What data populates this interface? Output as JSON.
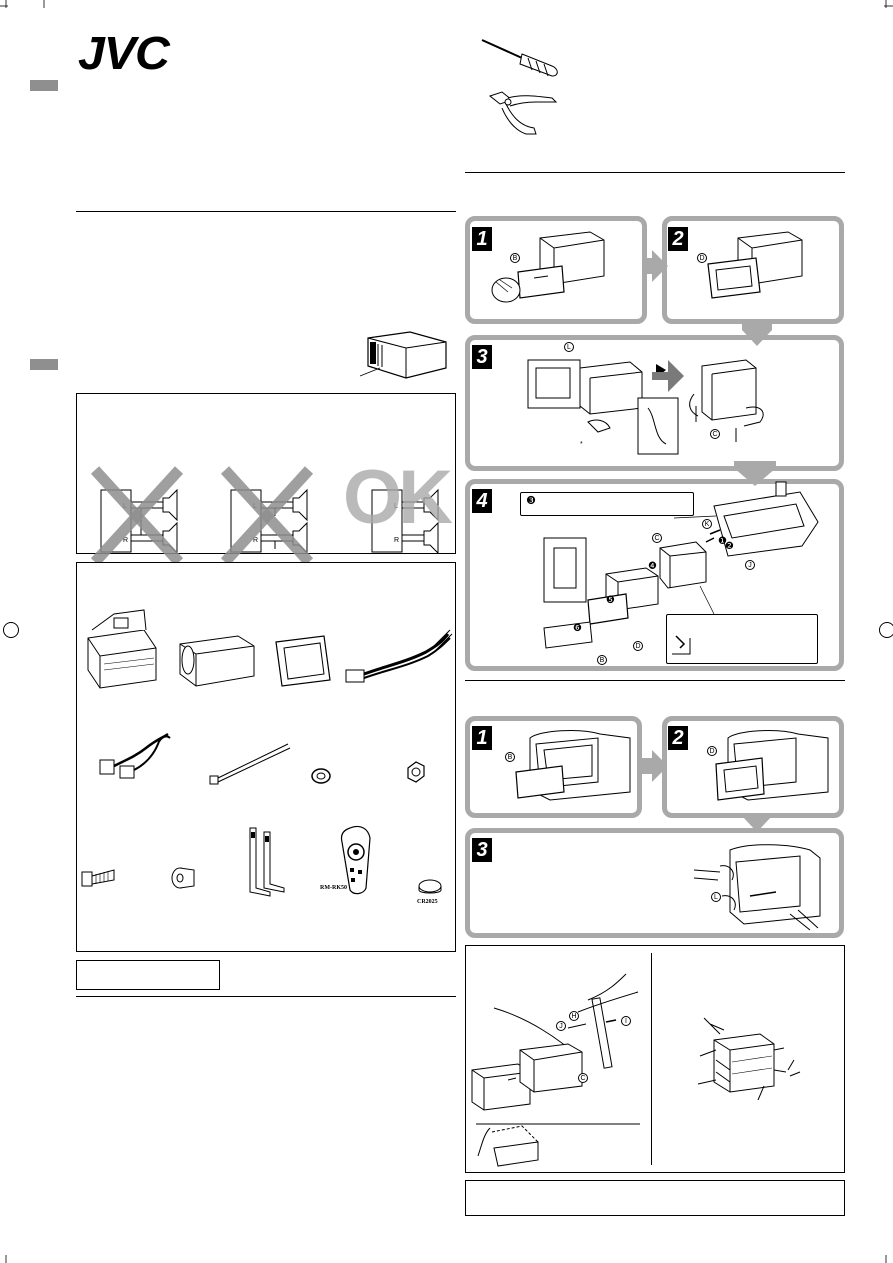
{
  "brand": {
    "logo_text": "JVC"
  },
  "accessories": {
    "remote_model": "RM-RK50",
    "battery_model": "CR2025"
  },
  "install": {
    "callout_step3_marker": "❸",
    "screw_markers": [
      "❶",
      "❷"
    ],
    "insert_markers": [
      "❹",
      "❺",
      "❻"
    ],
    "part_labels": {
      "B": "B",
      "C": "C",
      "D": "D",
      "H": "H",
      "I": "I",
      "J": "J",
      "K": "K",
      "L": "L"
    }
  },
  "steps": {
    "installation": [
      "1",
      "2",
      "3",
      "4"
    ],
    "removal": [
      "1",
      "2",
      "3"
    ]
  },
  "wiring_check": {
    "ok_label": "OK"
  },
  "colors": {
    "panel_border": "#a9a9a9",
    "tab_gray": "#8f8f8f",
    "ink": "#000000"
  }
}
